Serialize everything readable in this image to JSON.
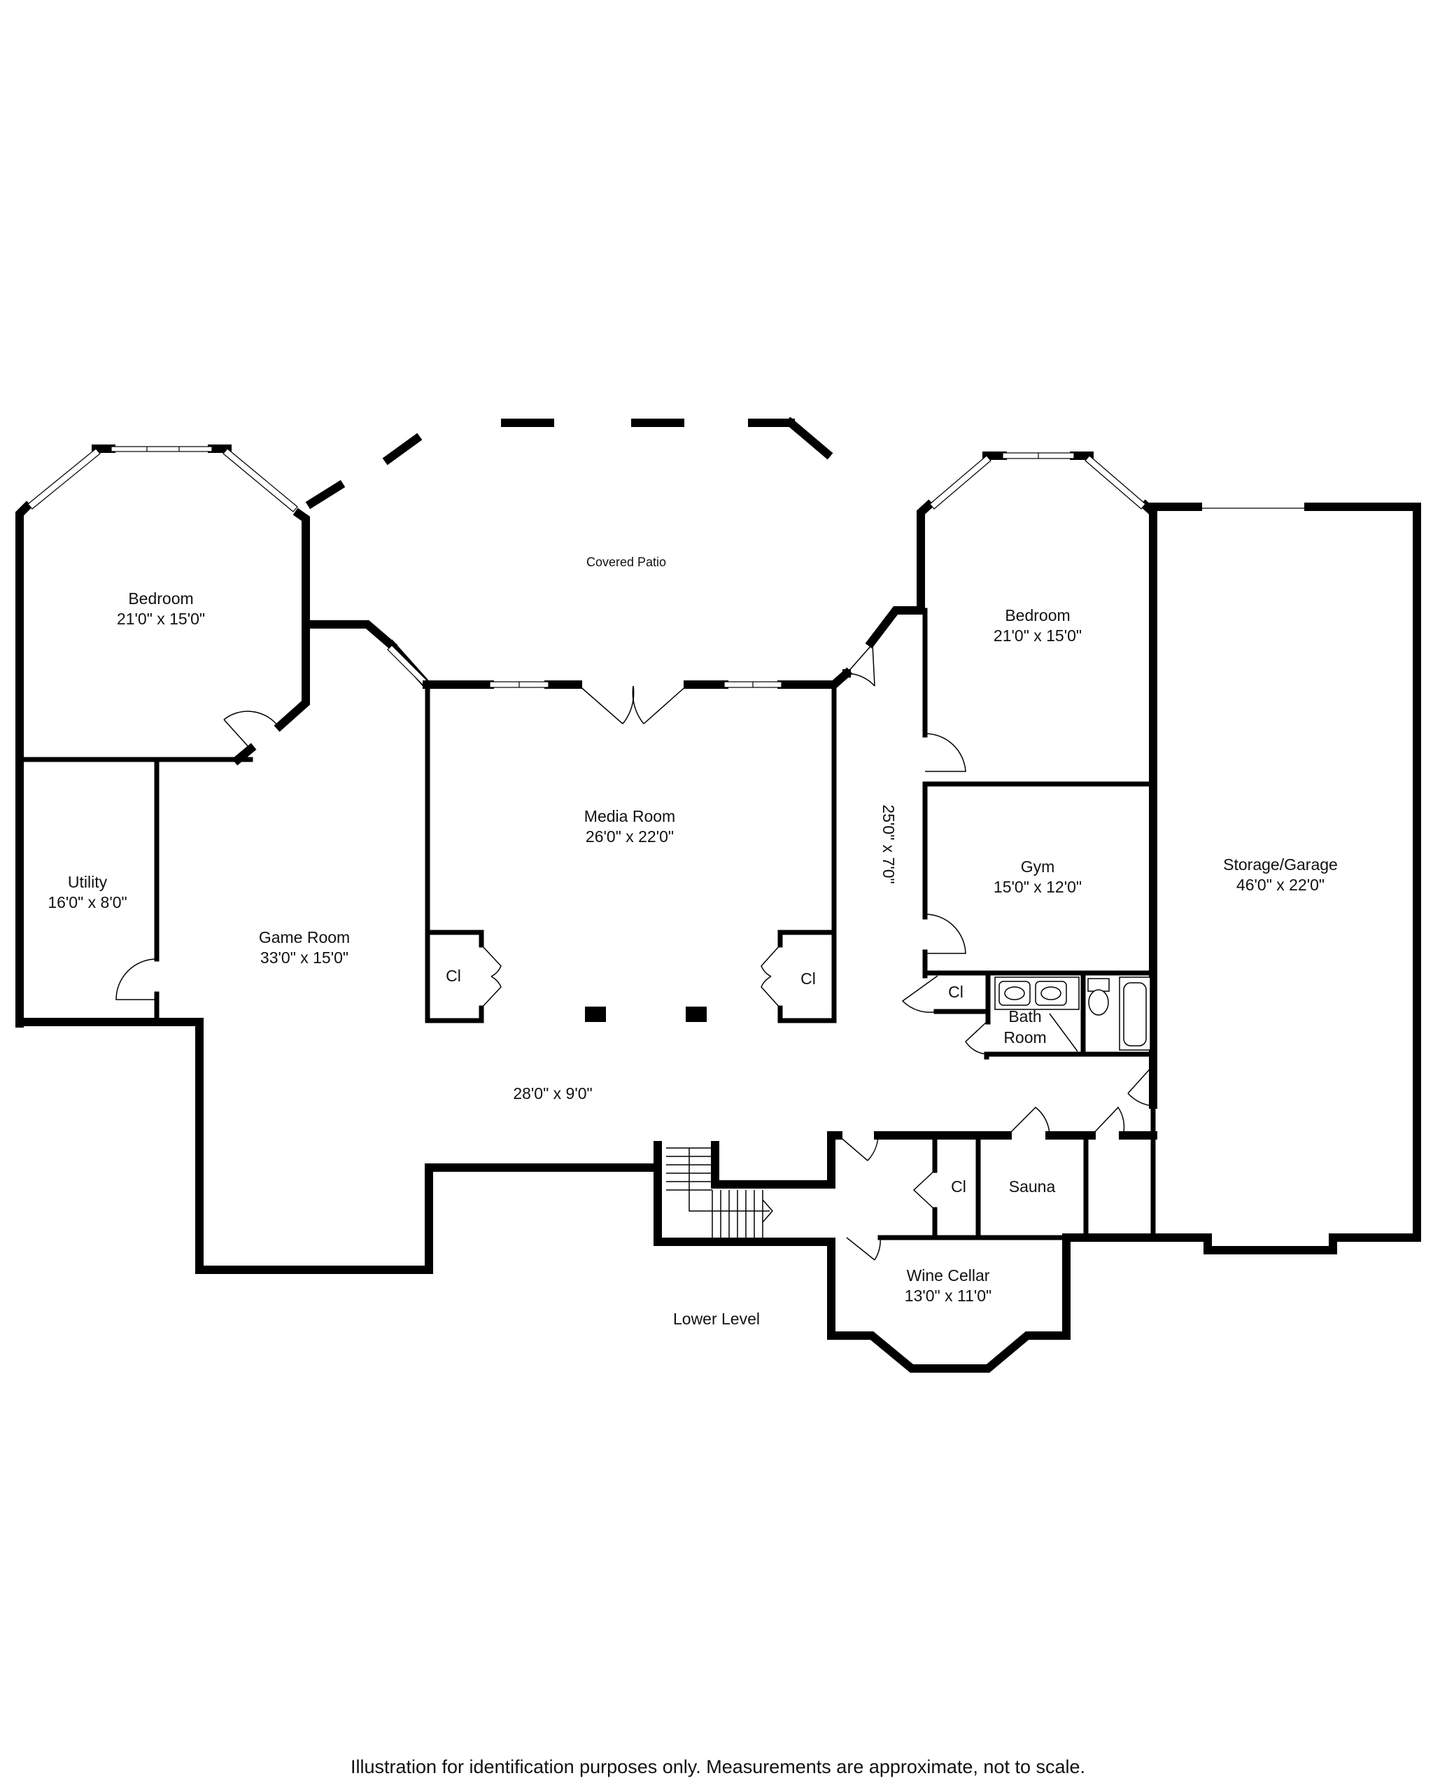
{
  "plan": {
    "level_label": "Lower Level",
    "disclaimer": "Illustration for identification purposes only. Measurements are approximate, not to scale.",
    "rooms": {
      "covered_patio": {
        "name": "Covered Patio"
      },
      "bedroom_left": {
        "name": "Bedroom",
        "dims": "21'0\" x 15'0\""
      },
      "bedroom_right": {
        "name": "Bedroom",
        "dims": "21'0\" x 15'0\""
      },
      "utility": {
        "name": "Utility",
        "dims": "16'0\" x 8'0\""
      },
      "game_room": {
        "name": "Game Room",
        "dims": "33'0\" x 15'0\""
      },
      "media_room": {
        "name": "Media Room",
        "dims": "26'0\" x 22'0\""
      },
      "hallway_vertical": {
        "dims": "25'0\" x 7'0\""
      },
      "gym": {
        "name": "Gym",
        "dims": "15'0\" x 12'0\""
      },
      "storage_garage": {
        "name": "Storage/Garage",
        "dims": "46'0\" x 22'0\""
      },
      "closet_media_left": {
        "name": "Cl"
      },
      "closet_media_right": {
        "name": "Cl"
      },
      "closet_bath": {
        "name": "Cl"
      },
      "closet_lower": {
        "name": "Cl"
      },
      "bathroom": {
        "name_line1": "Bath",
        "name_line2": "Room"
      },
      "hallway_horizontal": {
        "dims": "28'0\" x 9'0\""
      },
      "sauna": {
        "name": "Sauna"
      },
      "wine_cellar": {
        "name": "Wine Cellar",
        "dims": "13'0\" x 11'0\""
      }
    }
  }
}
